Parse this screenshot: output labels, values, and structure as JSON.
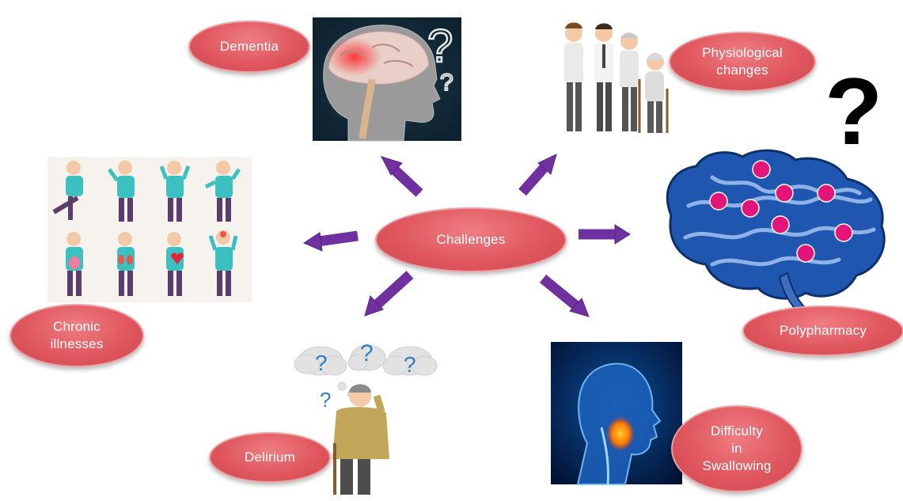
{
  "center": {
    "label": "Challenges"
  },
  "nodes": {
    "dementia": "Dementia",
    "physiological": "Physiological\nchanges",
    "polypharmacy": "Polypharmacy",
    "swallowing": "Difficulty\nin\nSwallowing",
    "delirium": "Delirium",
    "chronic": "Chronic\nillnesses"
  },
  "symbols": {
    "question_mark": "?"
  },
  "colors": {
    "node_fill": "#e0575e",
    "node_border": "#e9a2a5",
    "arrow": "#7030a0",
    "brain_blue": "#1f57b0",
    "brain_dot": "#e3157a"
  }
}
